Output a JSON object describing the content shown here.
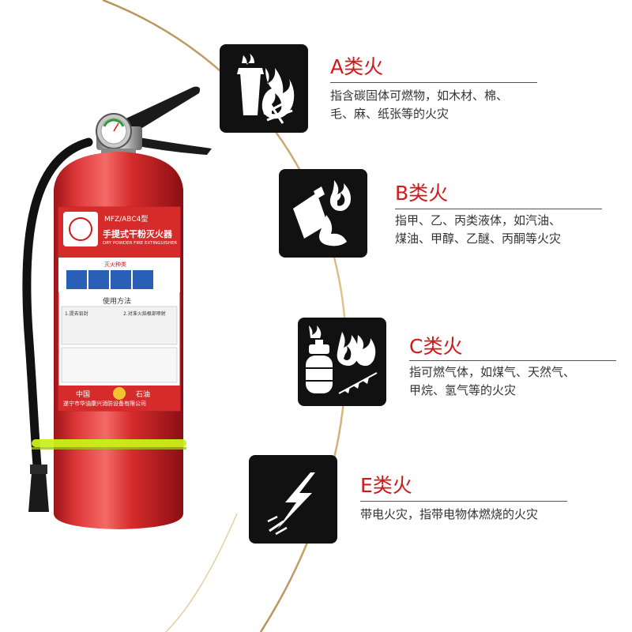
{
  "colors": {
    "accent_red": "#d0191b",
    "arc": "#c8a468",
    "icon_bg": "#111111",
    "extinguisher_red": "#d62b2b"
  },
  "extinguisher": {
    "model": "MFZ/ABC4型",
    "name_cn": "手提式干粉灭火器",
    "name_en": "DRY POWDER FIRE EXTINGUISHER",
    "section_types": "灭火种类",
    "section_usage": "使用方法",
    "step1": "1.提去铅封",
    "step2": "2.对准火焰根部喷射",
    "brand_left": "中国",
    "brand_right": "石油",
    "maker": "遂宁市华油康兴消防设备有限公司",
    "icon_name": "fire-extinguisher-icon"
  },
  "fire_classes": [
    {
      "letter": "A",
      "suffix": "类火",
      "icon": "burning-solid-icon",
      "desc_lines": [
        "指含碳固体可燃物，如木材、棉、",
        "毛、麻、纸张等的火灾"
      ]
    },
    {
      "letter": "B",
      "suffix": "类火",
      "icon": "burning-liquid-icon",
      "desc_lines": [
        "指甲、乙、丙类液体，如汽油、",
        "煤油、甲醇、乙醚、丙酮等火灾"
      ]
    },
    {
      "letter": "C",
      "suffix": "类火",
      "icon": "burning-gas-icon",
      "desc_lines": [
        "指可燃气体，如煤气、天然气、",
        "甲烷、氢气等的火灾"
      ]
    },
    {
      "letter": "E",
      "suffix": "类火",
      "icon": "electrical-fire-icon",
      "desc_lines": [
        "带电火灾，指带电物体燃烧的火灾"
      ]
    }
  ]
}
